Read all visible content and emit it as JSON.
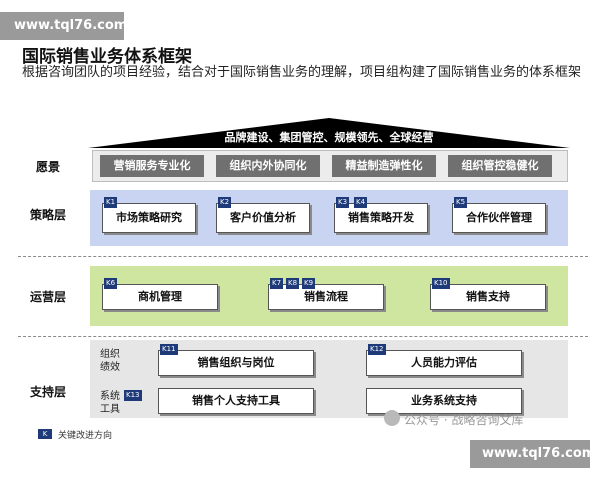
{
  "watermark": {
    "top": "www.tql76.com",
    "bottom": "www.tql76.com"
  },
  "header": {
    "title": "国际销售业务体系框架",
    "subtitle": "根据咨询团队的项目经验，结合对于国际销售业务的理解，项目组构建了国际销售业务的体系框架"
  },
  "roof": {
    "text": "品牌建设、集团管控、规模领先、全球经营"
  },
  "rows": {
    "vision": {
      "label": "愿景",
      "items": [
        "营销服务专业化",
        "组织内外协同化",
        "精益制造弹性化",
        "组织管控稳健化"
      ]
    },
    "strategy": {
      "label": "策略层",
      "items": [
        {
          "tags": [
            "K1"
          ],
          "label": "市场策略研究"
        },
        {
          "tags": [
            "K2"
          ],
          "label": "客户价值分析"
        },
        {
          "tags": [
            "K3",
            "K4"
          ],
          "label": "销售策略开发"
        },
        {
          "tags": [
            "K5"
          ],
          "label": "合作伙伴管理"
        }
      ]
    },
    "operations": {
      "label": "运营层",
      "items": [
        {
          "tags": [
            "K6"
          ],
          "label": "商机管理"
        },
        {
          "tags": [
            "K7",
            "K8",
            "K9"
          ],
          "label": "销售流程"
        },
        {
          "tags": [
            "K10"
          ],
          "label": "销售支持"
        }
      ]
    },
    "support": {
      "label": "支持层",
      "groups": [
        {
          "label": "组织\n绩效",
          "items": [
            {
              "tags": [
                "K11"
              ],
              "label": "销售组织与岗位"
            },
            {
              "tags": [
                "K12"
              ],
              "label": "人员能力评估"
            }
          ]
        },
        {
          "label": "系统\n工具",
          "tag": "K13",
          "items": [
            {
              "tags": [],
              "label": "销售个人支持工具"
            },
            {
              "tags": [],
              "label": "业务系统支持"
            }
          ]
        }
      ]
    }
  },
  "legend": {
    "key": "K",
    "text": "关键改进方向"
  },
  "source_mark": "公众号 · 战略咨询文库",
  "colors": {
    "tag": "#1f3a78",
    "strategy_band": "#c8d4f1",
    "ops_band": "#cfe6a0",
    "vision_box": "#707070",
    "roof": "#000000"
  }
}
